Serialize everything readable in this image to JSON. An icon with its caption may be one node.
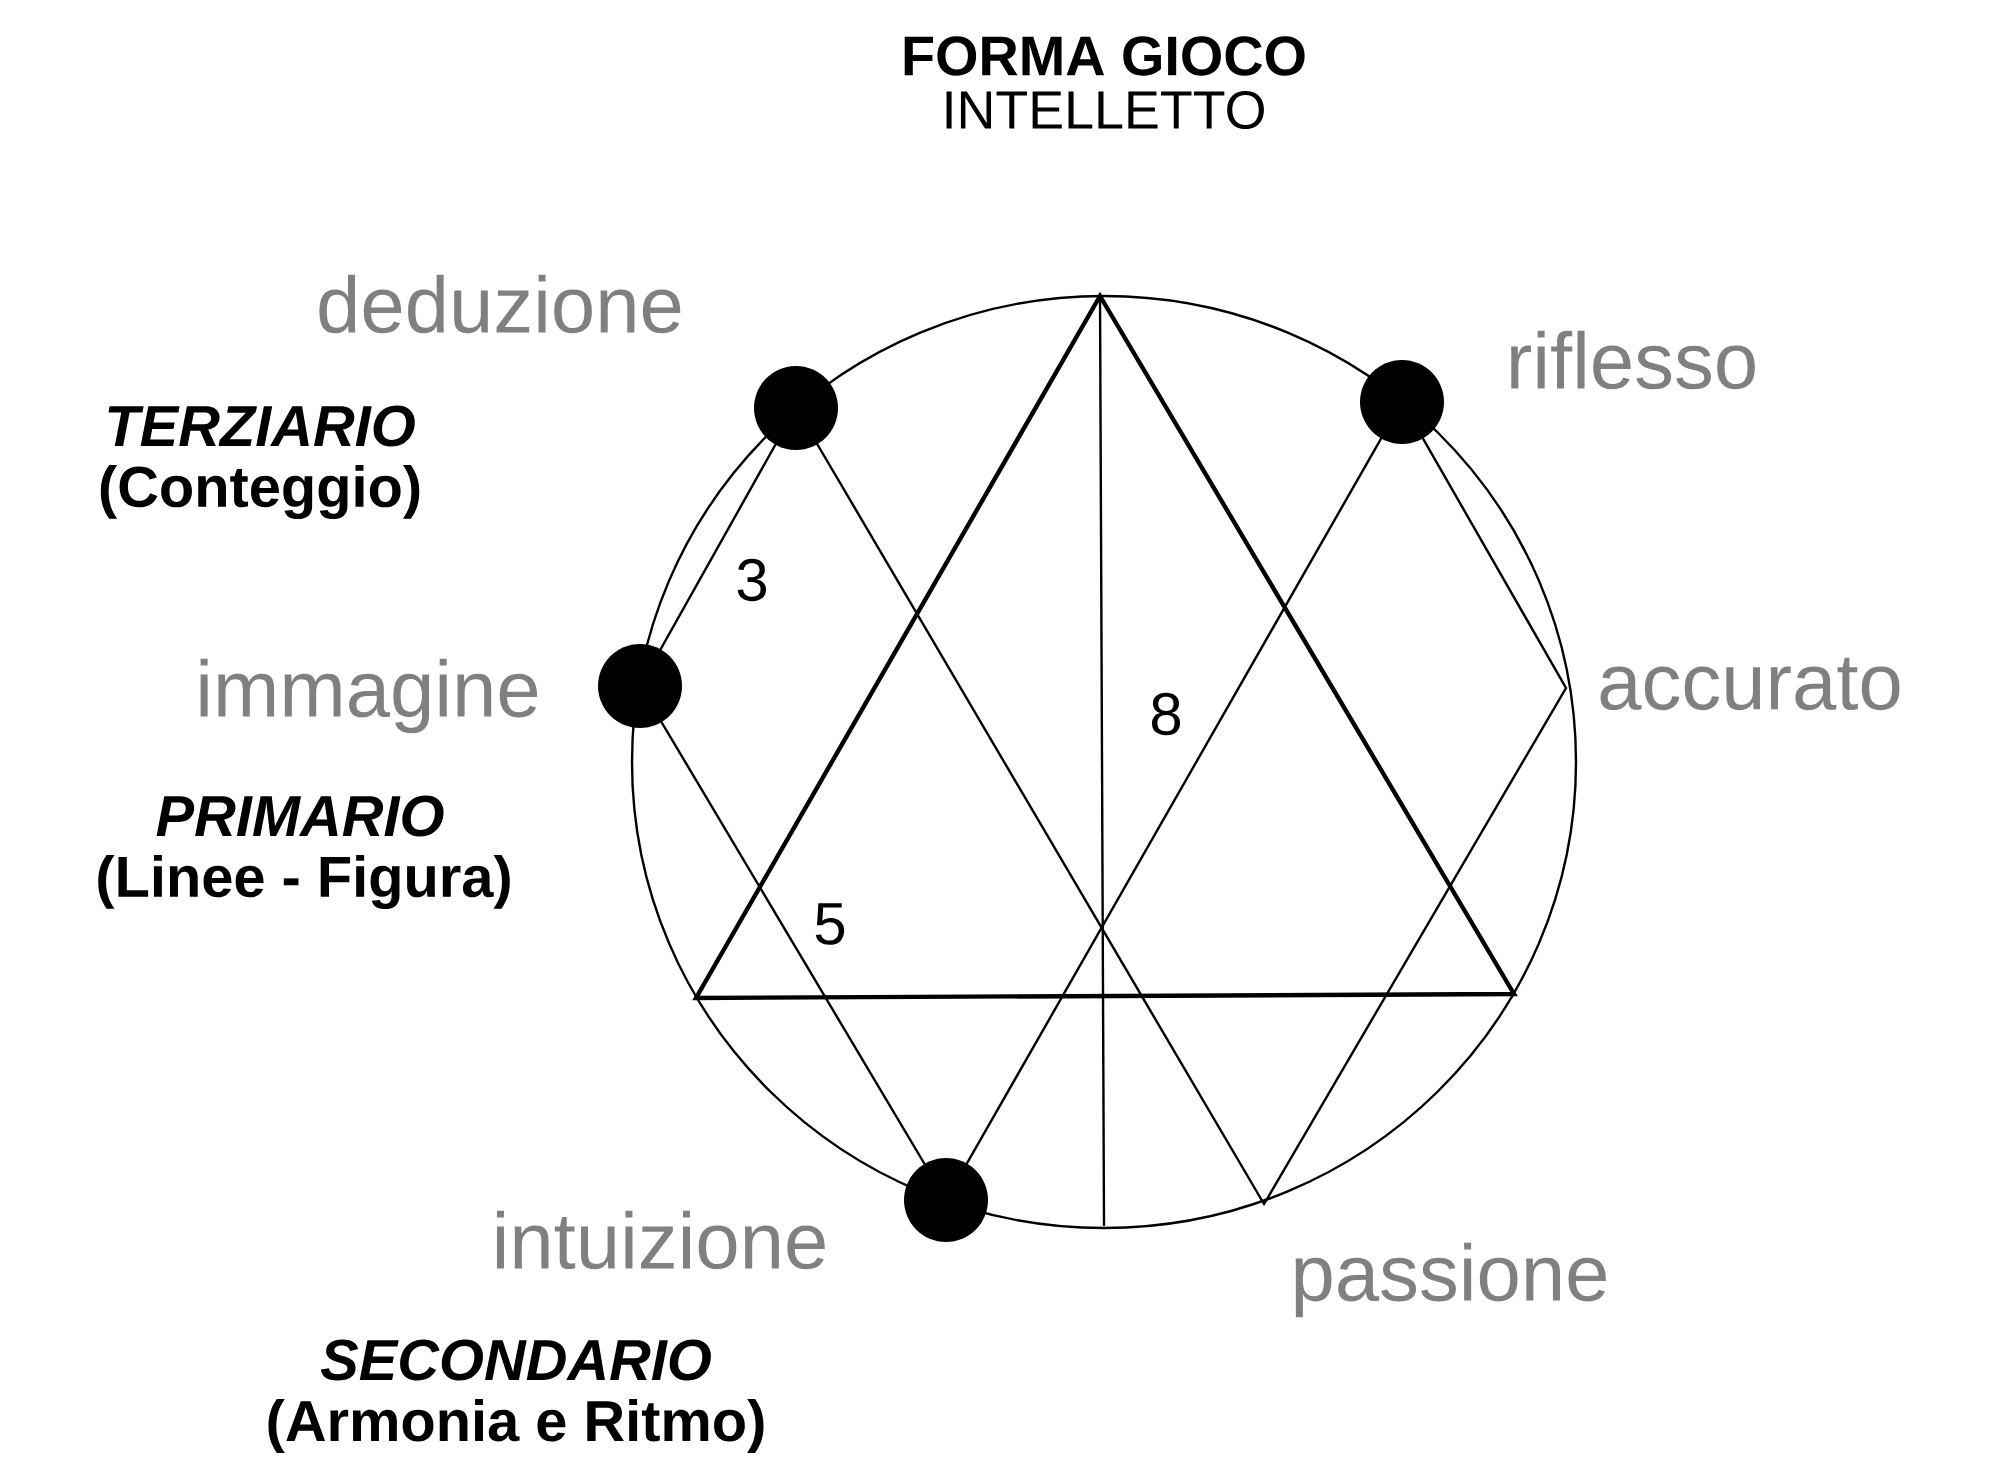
{
  "diagram": {
    "labels": [
      "FORMA GIOCO",
      "INTELLETTO",
      "deduzione",
      "riflesso",
      "TERZIARIO",
      "(Conteggio)",
      "3",
      "immagine",
      "accurato",
      "8",
      "PRIMARIO",
      "(Linee - Figura)",
      "5",
      "intuizione",
      "passione",
      "SECONDARIO",
      "(Armonia e Ritmo)"
    ]
  }
}
